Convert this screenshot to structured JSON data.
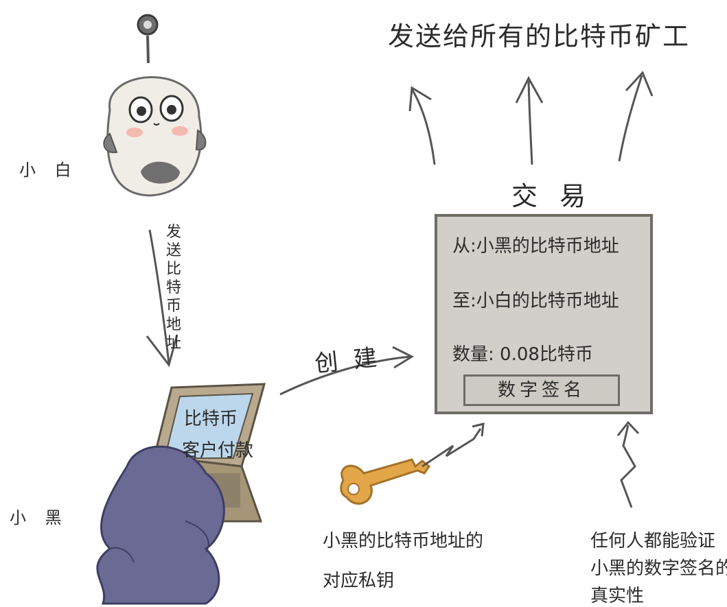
{
  "top_label": "发送给所有的比特币矿工",
  "xiaobai_label": "小 白",
  "xiaohei_label": "小 黑",
  "send_address_label": "发送比特币地址",
  "create_label": "创 建",
  "transaction_label": "交 易",
  "transaction": {
    "from": "从:小黑的比特币地址",
    "to": "至:小白的比特币地址",
    "amount": "数量: 0.08比特币",
    "signature": "数字签名"
  },
  "laptop_screen": {
    "line1": "比特币",
    "line2": "客户付款"
  },
  "private_key_label": {
    "line1": "小黑的比特币地址的",
    "line2": "对应私钥"
  },
  "verify_label": {
    "line1": "任何人都能验证",
    "line2": "小黑的数字签名的",
    "line3": "真实性"
  },
  "colors": {
    "box_fill": "#d2cfca",
    "ink": "#2b2b2b",
    "key": "#e3a648",
    "xiaohei": "#6b6a95",
    "laptop": "#b9a98e",
    "screen": "#bcd7ec"
  }
}
